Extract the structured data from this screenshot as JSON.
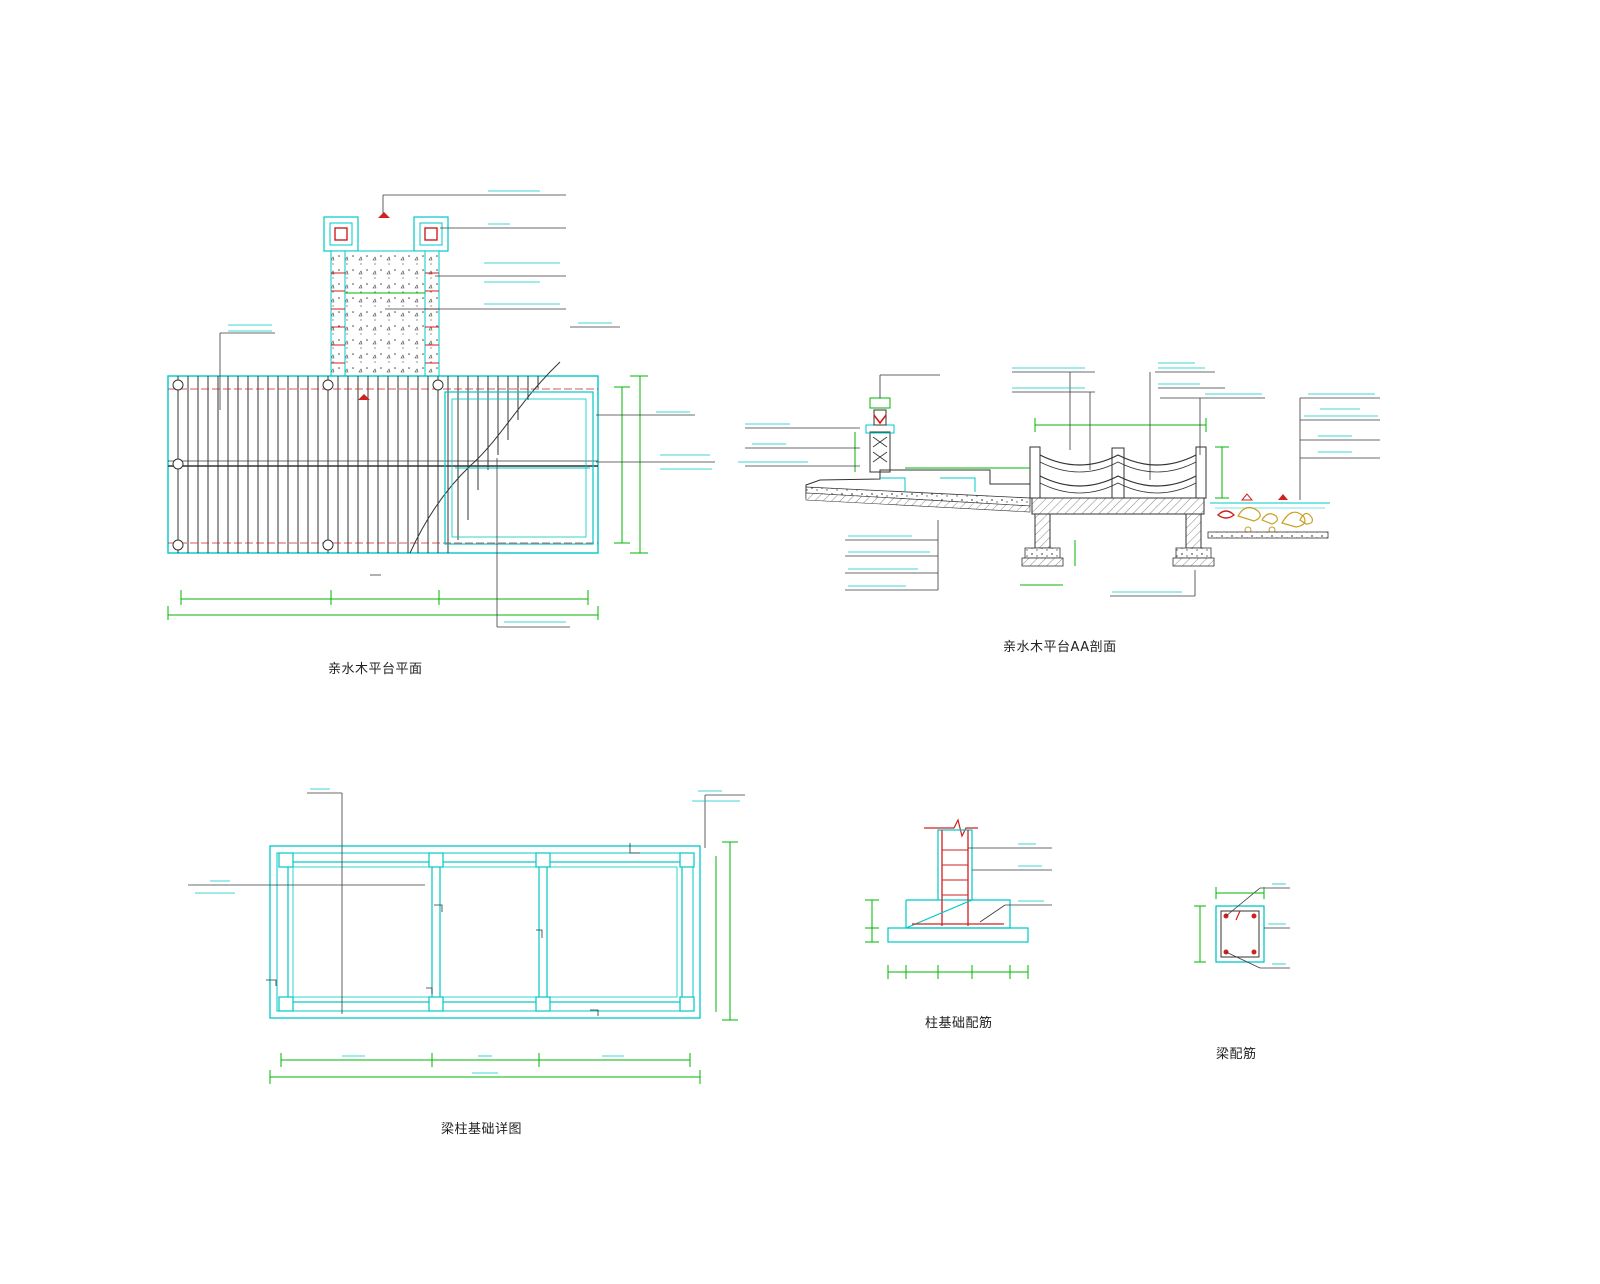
{
  "titles": {
    "plan": "亲水木平台平面",
    "section": "亲水木平台AA剖面",
    "beam_plan": "梁柱基础详图",
    "column_footing": "柱基础配筋",
    "beam_rebar": "梁配筋"
  },
  "colors": {
    "outline": "#00c8c8",
    "dimension": "#00b400",
    "leader": "#3a3a3a",
    "hatch": "#555555",
    "rebar": "#d02020",
    "gravel": "#c8a020"
  }
}
